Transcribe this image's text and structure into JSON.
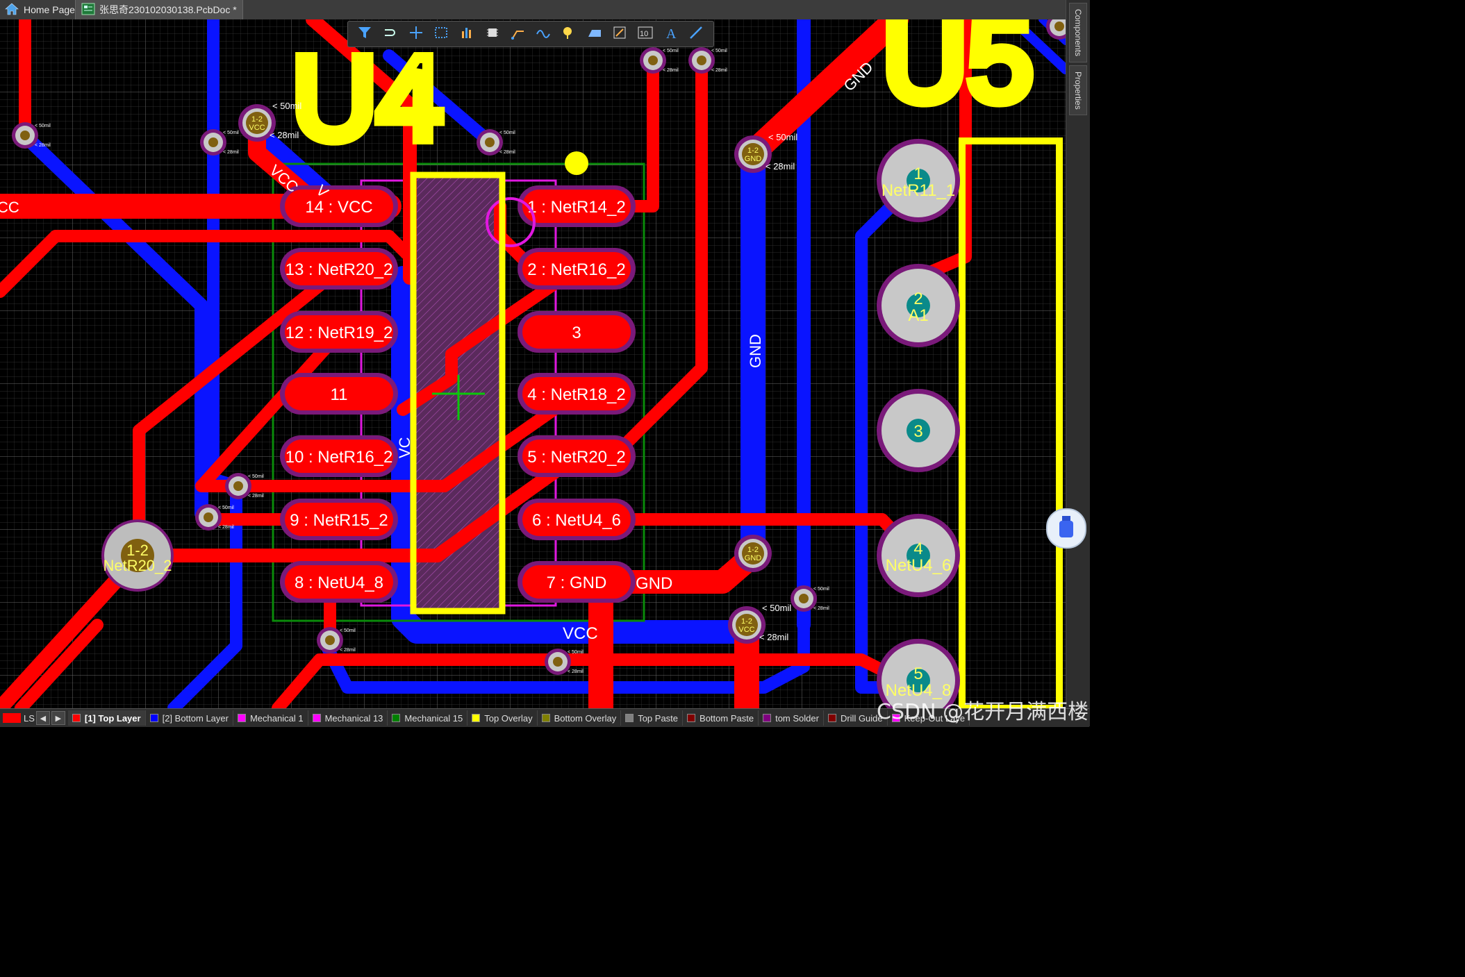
{
  "tabs": [
    {
      "label": "Home Page",
      "icon": "home-icon"
    },
    {
      "label": "张思奇230102030138.PcbDoc *",
      "icon": "pcb-document-icon"
    }
  ],
  "toolbar": {
    "tools": [
      "filter-icon",
      "interactive-route-icon",
      "cross-probe-icon",
      "select-rect-icon",
      "chart-icon",
      "component-icon",
      "route-icon",
      "diff-pair-icon",
      "pad-via-icon",
      "region-icon",
      "rule-icon",
      "designator-icon",
      "string-icon",
      "line-icon"
    ]
  },
  "right_panel": {
    "components_tab": "Components",
    "properties_tab": "Properties"
  },
  "layer_bar": {
    "current_indicator": "LS",
    "layers": [
      {
        "label": "[1] Top Layer",
        "color": "#ff0000",
        "active": true
      },
      {
        "label": "[2] Bottom Layer",
        "color": "#0000ff"
      },
      {
        "label": "Mechanical 1",
        "color": "#ff00ff"
      },
      {
        "label": "Mechanical 13",
        "color": "#ff00ff"
      },
      {
        "label": "Mechanical 15",
        "color": "#008000"
      },
      {
        "label": "Top Overlay",
        "color": "#ffff00"
      },
      {
        "label": "Bottom Overlay",
        "color": "#808000"
      },
      {
        "label": "Top Paste",
        "color": "#808080"
      },
      {
        "label": "Bottom Paste",
        "color": "#800000"
      },
      {
        "label": "tom Solder",
        "color": "#800080"
      },
      {
        "label": "Drill Guide",
        "color": "#800000"
      },
      {
        "label": "Keep-Out Laye",
        "color": "#ff00ff"
      }
    ]
  },
  "watermark": "CSDN @花开月满西楼",
  "pcb": {
    "designator_u4": "U4",
    "designator_u5": "U5",
    "net_labels": {
      "cc": "CC",
      "vcc_a": "VCC",
      "vcc_b": "V",
      "vcc_bottom": "VCC",
      "vcc_side": "VC",
      "gnd_top": "GND",
      "gnd_vertical": "GND",
      "gnd_bottom": "GND"
    },
    "u4_pads_left": [
      {
        "label": "14 : VCC"
      },
      {
        "label": "13 : NetR20_2"
      },
      {
        "label": "12 : NetR19_2"
      },
      {
        "label": "11"
      },
      {
        "label": "10 : NetR16_2"
      },
      {
        "label": "9 : NetR15_2"
      },
      {
        "label": "8 : NetU4_8"
      }
    ],
    "u4_pads_right": [
      {
        "label": "1 : NetR14_2"
      },
      {
        "label": "2 : NetR16_2"
      },
      {
        "label": "3"
      },
      {
        "label": "4 : NetR18_2"
      },
      {
        "label": "5 : NetR20_2"
      },
      {
        "label": "6 : NetU4_6"
      },
      {
        "label": "7 : GND"
      }
    ],
    "u5_pads": [
      {
        "num": "1",
        "net": "NetR11_1"
      },
      {
        "num": "2",
        "net": "A1"
      },
      {
        "num": "3",
        "net": ""
      },
      {
        "num": "4",
        "net": "NetU4_6"
      },
      {
        "num": "5",
        "net": "NetU4_8"
      }
    ],
    "big_via": {
      "top": "1-2",
      "net": "NetR20_2"
    },
    "vias_labeled": [
      {
        "top": "1-2",
        "net": "VCC",
        "dist_a": "< 50mil",
        "dist_b": "< 28mil"
      },
      {
        "top": "1-2",
        "net": "GND",
        "dist_a": "< 50mil",
        "dist_b": "< 28mil"
      },
      {
        "top": "1-2",
        "net": "GND",
        "dist_a": "",
        "dist_b": ""
      },
      {
        "top": "1-2",
        "net": "VCC",
        "dist_a": "< 50mil",
        "dist_b": "< 28mil"
      }
    ],
    "tiny_label_a": "< 50mil",
    "tiny_label_b": "< 28mil"
  }
}
